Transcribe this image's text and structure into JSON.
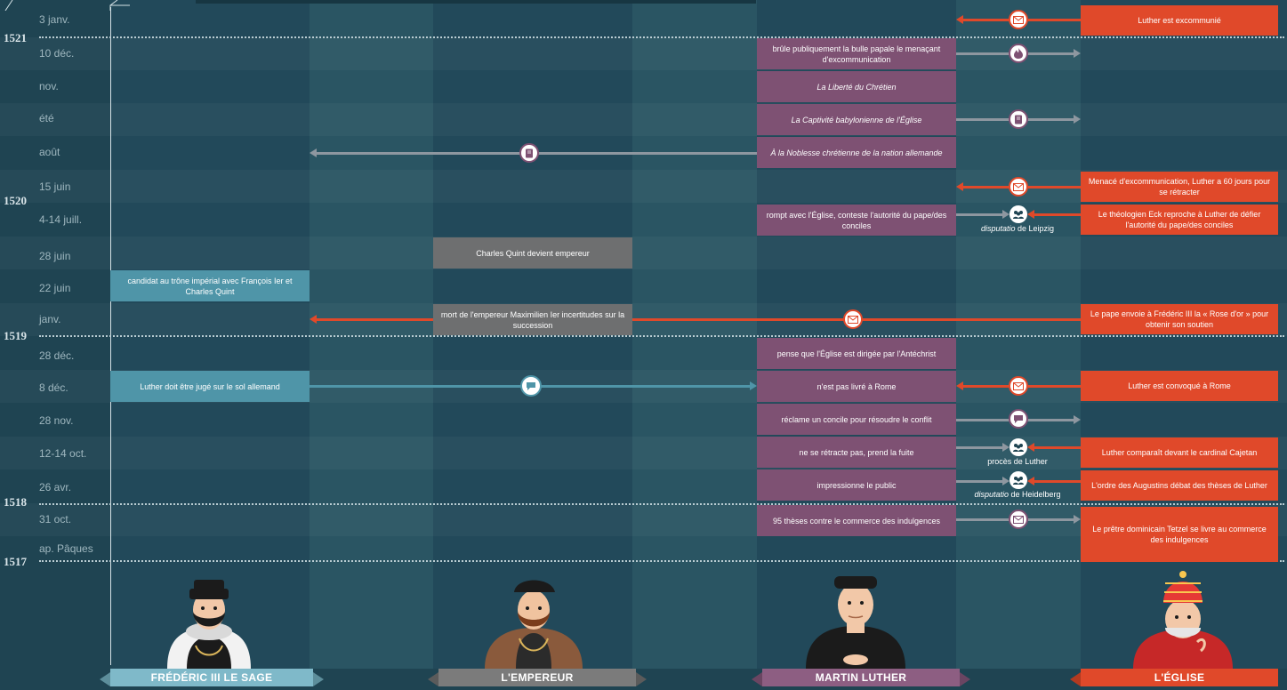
{
  "colors": {
    "background": "#1f4452",
    "luther": "#7e5173",
    "eglise": "#e0492a",
    "empereur": "#6e6f70",
    "frederic": "#4f95a8"
  },
  "years": [
    "1521",
    "1520",
    "1519",
    "1518",
    "1517"
  ],
  "dates": {
    "d01": "3 janv.",
    "d02": "10 déc.",
    "d03": "nov.",
    "d04": "été",
    "d05": "août",
    "d06": "15 juin",
    "d07": "4-14 juill.",
    "d08": "28 juin",
    "d09": "22 juin",
    "d10": "janv.",
    "d11": "28 déc.",
    "d12": "8 déc.",
    "d13": "28 nov.",
    "d14": "12-14 oct.",
    "d15": "26 avr.",
    "d16": "31 oct.",
    "d17": "ap. Pâques"
  },
  "events": {
    "eglise_excommunie": "Luther est excommunié",
    "luther_brule": "brûle publiquement la bulle papale le menaçant d'excommunication",
    "luther_liberte": "La Liberté du Chrétien",
    "luther_captivite": "La Captivité babylonienne de l'Église",
    "luther_noblesse": "À la Noblesse chrétienne de la nation allemande",
    "eglise_menace": "Menacé d'excommunication, Luther a 60 jours pour se rétracter",
    "luther_rompt": "rompt avec l'Église, conteste l'autorité du pape/des conciles",
    "eglise_eck": "Le théologien Eck reproche à Luther de défier l'autorité du pape/des conciles",
    "empereur_charles": "Charles Quint devient empereur",
    "frederic_candidat": "candidat au trône impérial avec François Ier et Charles Quint",
    "empereur_mort": "mort de l'empereur Maximilien Ier incertitudes sur la succession",
    "eglise_rose": "Le pape envoie à Frédéric III la « Rose d'or » pour obtenir son soutien",
    "luther_antechrist": "pense que l'Église est dirigée par l'Antéchrist",
    "frederic_juge": "Luther doit être jugé sur le sol allemand",
    "luther_rome": "n'est pas livré à Rome",
    "eglise_convoque": "Luther est convoqué à Rome",
    "luther_concile": "réclame un concile pour résoudre le conflit",
    "luther_retracte": "ne se rétracte pas, prend la fuite",
    "eglise_cajetan": "Luther comparaît devant le cardinal Cajetan",
    "luther_impressionne": "impressionne le public",
    "eglise_augustins": "L'ordre des Augustins débat des thèses de Luther",
    "luther_theses": "95 thèses contre le commerce des indulgences",
    "eglise_tetzel": "Le prêtre dominicain Tetzel se livre au commerce des indulgences"
  },
  "icon_labels": {
    "leipzig_italic": "disputatio",
    "leipzig_rest": " de Leipzig",
    "proces": "procès de Luther",
    "heidelberg_italic": "disputatio",
    "heidelberg_rest": " de Heidelberg"
  },
  "icons": {
    "letter": "envelope-icon",
    "fire": "fire-icon",
    "book": "book-icon",
    "people": "people-icon",
    "speech": "speech-bubble-icon"
  },
  "columns": {
    "frederic": "FRÉDÉRIC III LE SAGE",
    "empereur": "L'EMPEREUR",
    "luther": "MARTIN LUTHER",
    "eglise": "L'ÉGLISE"
  }
}
